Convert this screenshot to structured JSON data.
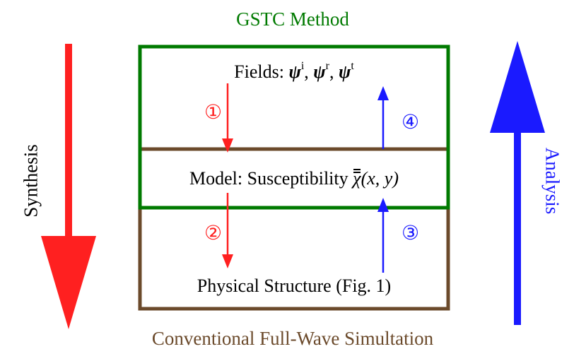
{
  "title_top": "GSTC Method",
  "title_bottom": "Conventional Full-Wave Simultation",
  "fields_label": "Fields:",
  "fields_symbol": "ψ",
  "fields_superscripts": [
    "i",
    "r",
    "t"
  ],
  "model_label": "Model: Susceptibility",
  "model_symbol": "χ",
  "model_args": "(x, y)",
  "physical_label": "Physical Structure (Fig. 1)",
  "steps": {
    "step1": "①",
    "step2": "②",
    "step3": "③",
    "step4": "④"
  },
  "side_labels": {
    "synthesis": "Synthesis",
    "analysis": "Analysis"
  },
  "colors": {
    "green": "#007a00",
    "brown": "#6b4a2b",
    "red": "#ff2020",
    "blue": "#1a1aff",
    "text": "#000000"
  }
}
